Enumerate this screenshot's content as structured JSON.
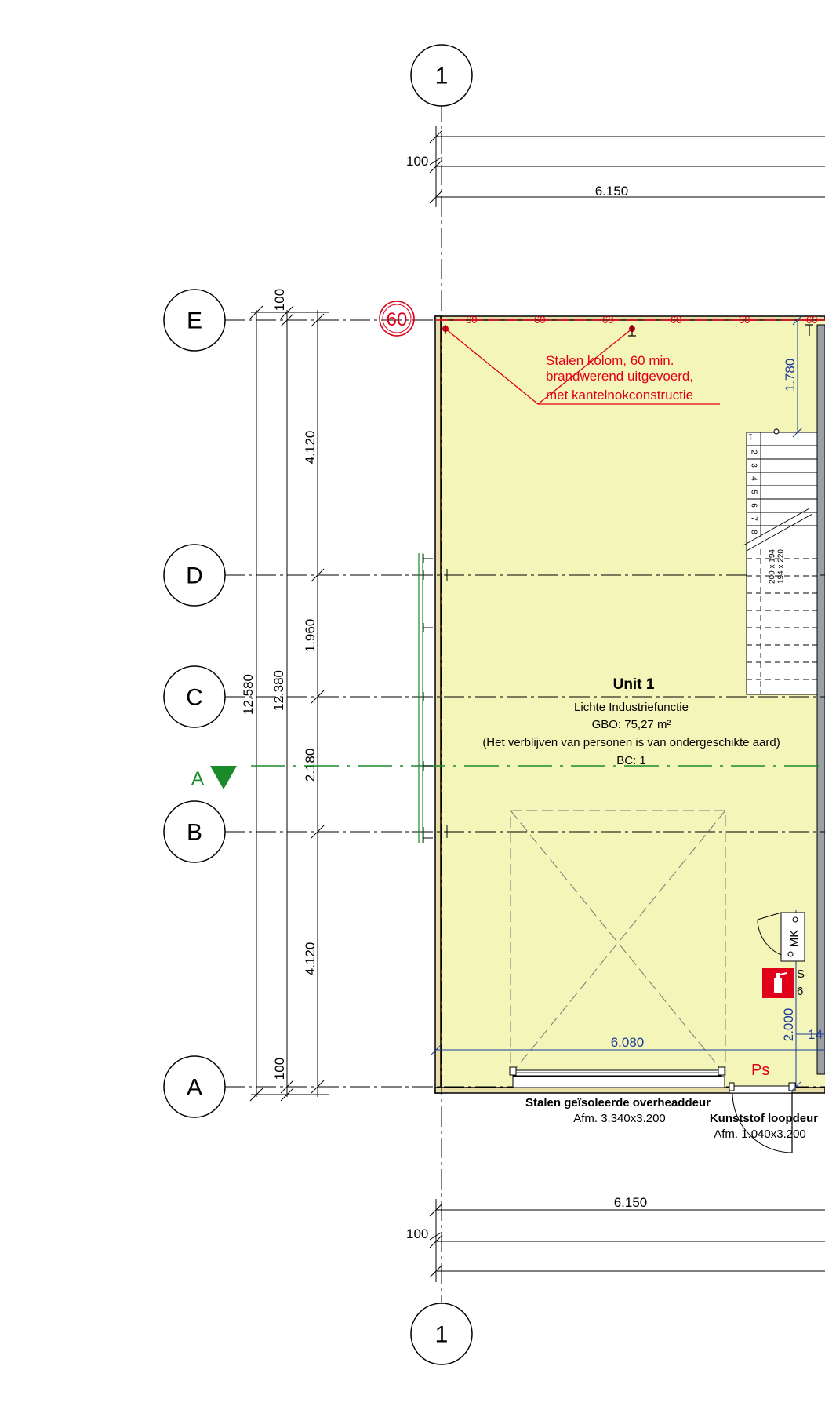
{
  "grid": {
    "col_top": "1",
    "col_bottom": "1",
    "rows": [
      "E",
      "D",
      "C",
      "B",
      "A"
    ]
  },
  "dimensions": {
    "top_100": "100",
    "top_width": "6.150",
    "bottom_100": "100",
    "bottom_width": "6.150",
    "left_100_top": "100",
    "left_100_bottom": "100",
    "total_12580": "12.580",
    "total_12380": "12.380",
    "seg_4120_top": "4.120",
    "seg_1960": "1.960",
    "seg_2180": "2.180",
    "seg_4120_bottom": "4.120",
    "inner_6080": "6.080",
    "stair_1780": "1.780",
    "door_2000": "2.000",
    "cut_14": "14"
  },
  "fire": {
    "rating_bubble": "60",
    "wall_marks": [
      "60",
      "60",
      "60",
      "60",
      "60",
      "60"
    ],
    "column_note": [
      "Stalen kolom, 60 min.",
      "brandwerend uitgevoerd,",
      "met kantelnokconstructie"
    ]
  },
  "unit": {
    "name": "Unit 1",
    "function": "Lichte Industriefunctie",
    "gbo": "GBO: 75,27 m²",
    "note": "(Het verblijven van personen is van ondergeschikte aard)",
    "bc": "BC: 1"
  },
  "section": {
    "label": "A"
  },
  "stair": {
    "steps": [
      "1",
      "2",
      "3",
      "4",
      "5",
      "6",
      "7",
      "8"
    ],
    "spec1": "200 x 194",
    "spec2": "194 x 220"
  },
  "doors": {
    "overhead_title": "Stalen geïsoleerde overheaddeur",
    "overhead_size": "Afm.  3.340x3.200",
    "walk_title": "Kunststof loopdeur",
    "walk_size": "Afm.  1.040x3.200"
  },
  "symbols": {
    "ps_label": "Ps",
    "mk_label": "MK",
    "s_label": "S",
    "s_num": "6"
  },
  "colors": {
    "floor": "#f4f6b9",
    "wall_fill": "#e8dca8",
    "fire_red": "#e0001a",
    "dim_blue": "#1b3a9c",
    "section_green": "#1a8a2a"
  }
}
